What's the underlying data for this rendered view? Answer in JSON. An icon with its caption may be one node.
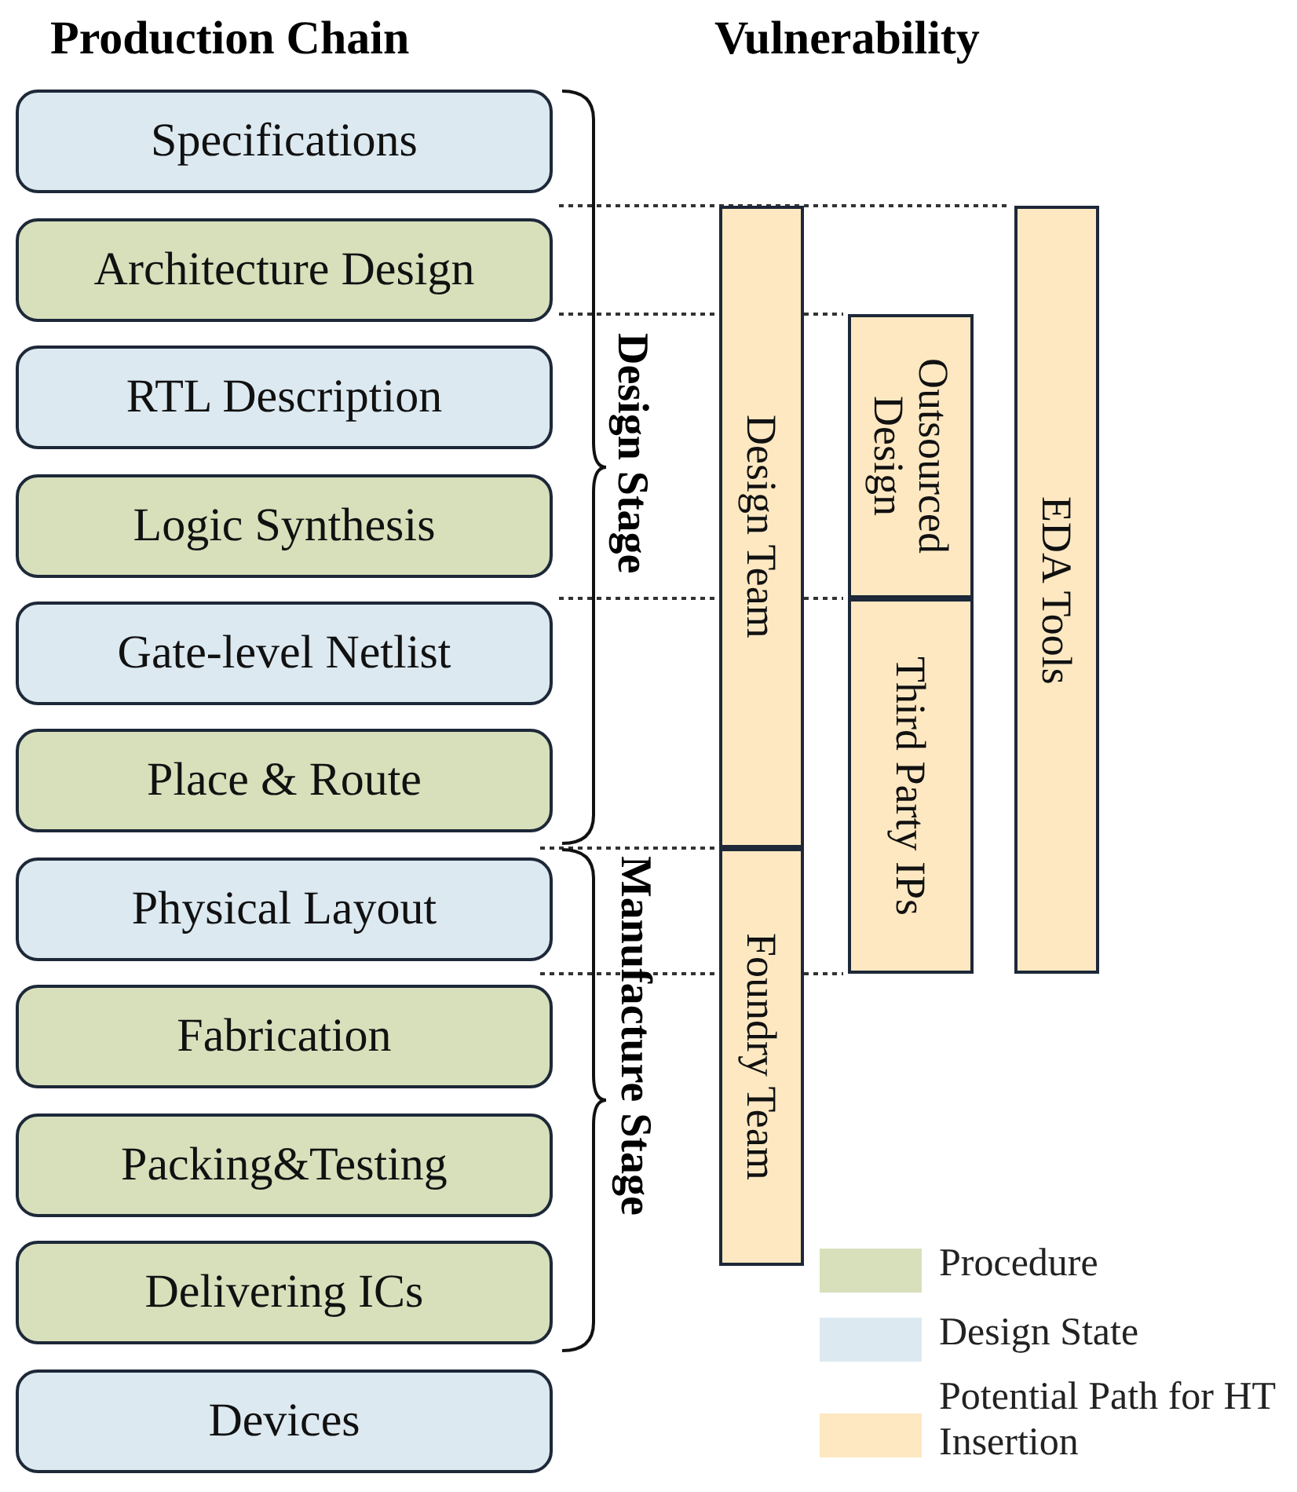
{
  "diagram": {
    "nodes": [
      {
        "text": [
          "Specifications"
        ]
      },
      {
        "text": [
          "Architecture Design"
        ]
      },
      {
        "text": [
          "RTL Description"
        ]
      },
      {
        "text": [
          "Logic Synthesis"
        ]
      },
      {
        "text": [
          "Gate-level Netlist"
        ]
      },
      {
        "text": [
          "Place & Route"
        ]
      },
      {
        "text": [
          "Physical Layout"
        ]
      },
      {
        "text": [
          "Fabrication"
        ]
      },
      {
        "text": [
          "Packing&Testing"
        ]
      },
      {
        "text": [
          "Delivering ICs"
        ]
      },
      {
        "text": [
          "Devices"
        ]
      },
      {
        "text": [
          "Design Team"
        ]
      },
      {
        "text": [
          "Outsourced Design"
        ]
      },
      {
        "text": [
          "EDA Tools"
        ]
      },
      {
        "text": [
          "Third Party IPs"
        ]
      },
      {
        "text": [
          "Foundry Team"
        ]
      }
    ],
    "labels": [
      "Production Chain",
      "Vulnerability",
      "Design Stage",
      "Manufacture Stage"
    ],
    "legend": [
      {
        "text": "Procedure",
        "color": "#d7e0bb"
      },
      {
        "text": "Design State",
        "color": "#dce9f1"
      },
      {
        "text": "Potential Path for HT Insertion",
        "color": "#fde8c2"
      }
    ]
  }
}
